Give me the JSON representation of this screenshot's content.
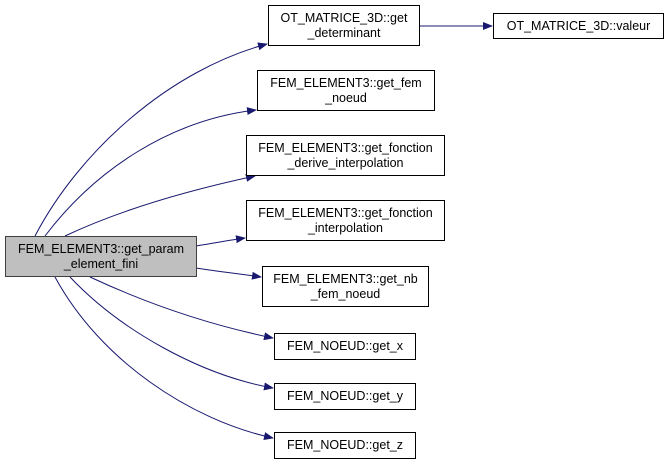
{
  "graph": {
    "type": "call-graph",
    "edge_color": "#191970",
    "root": {
      "id": "root",
      "line1": "FEM_ELEMENT3::get_param",
      "line2": "_element_fini",
      "fill": "#bfbfbf"
    },
    "nodes": [
      {
        "id": "get_determinant",
        "line1": "OT_MATRICE_3D::get",
        "line2": "_determinant"
      },
      {
        "id": "valeur",
        "line1": "OT_MATRICE_3D::valeur",
        "line2": ""
      },
      {
        "id": "get_fem_noeud",
        "line1": "FEM_ELEMENT3::get_fem",
        "line2": "_noeud"
      },
      {
        "id": "get_fonction_derive_interpolation",
        "line1": "FEM_ELEMENT3::get_fonction",
        "line2": "_derive_interpolation"
      },
      {
        "id": "get_fonction_interpolation",
        "line1": "FEM_ELEMENT3::get_fonction",
        "line2": "_interpolation"
      },
      {
        "id": "get_nb_fem_noeud",
        "line1": "FEM_ELEMENT3::get_nb",
        "line2": "_fem_noeud"
      },
      {
        "id": "get_x",
        "line1": "FEM_NOEUD::get_x",
        "line2": ""
      },
      {
        "id": "get_y",
        "line1": "FEM_NOEUD::get_y",
        "line2": ""
      },
      {
        "id": "get_z",
        "line1": "FEM_NOEUD::get_z",
        "line2": ""
      }
    ],
    "edges": [
      {
        "from": "root",
        "to": "get_determinant"
      },
      {
        "from": "root",
        "to": "get_fem_noeud"
      },
      {
        "from": "root",
        "to": "get_fonction_derive_interpolation"
      },
      {
        "from": "root",
        "to": "get_fonction_interpolation"
      },
      {
        "from": "root",
        "to": "get_nb_fem_noeud"
      },
      {
        "from": "root",
        "to": "get_x"
      },
      {
        "from": "root",
        "to": "get_y"
      },
      {
        "from": "root",
        "to": "get_z"
      },
      {
        "from": "get_determinant",
        "to": "valeur"
      }
    ]
  }
}
